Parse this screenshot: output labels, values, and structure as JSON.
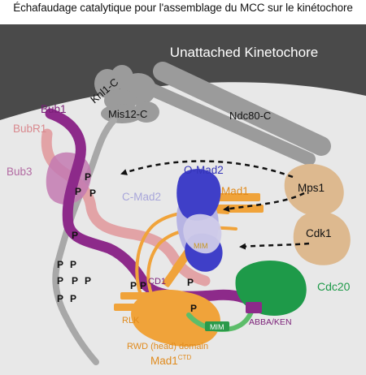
{
  "title": "Échafaudage catalytique pour l'assemblage du MCC sur le kinétochore",
  "banner": "Unattached Kinetochore",
  "labels": {
    "knl1": "Knl1-C",
    "mis12": "Mis12-C",
    "ndc80": "Ndc80-C",
    "bub1": "Bub1",
    "bubr1": "BubR1",
    "bub3": "Bub3",
    "omad2": "O-Mad2",
    "cmad2": "C-Mad2",
    "mad1": "Mad1",
    "mps1": "Mps1",
    "cdk1": "Cdk1",
    "mim_upper": "MIM",
    "cd1": "CD1",
    "rlk": "RLK",
    "cdc20": "Cdc20",
    "mim_lower": "MIM",
    "abba_ken": "ABBA/KEN",
    "rwd": "RWD (head) domain",
    "mad1ctd": "Mad1",
    "mad1ctd_sup": "CTD",
    "phospho": "P"
  },
  "colors": {
    "banner": "#4a4a4a",
    "background": "#e6e6e6",
    "grey_complex": "#9b9b9b",
    "bub1": "#8d2a8a",
    "bubr1": "#e2a3a6",
    "bub3": "#c37ab2",
    "omad2": "#3f3fc8",
    "cmad2": "#b7b4e3",
    "mad1": "#f0a33a",
    "kinase": "#ddb98f",
    "cdc20": "#1e9a49",
    "mim": "#5dbd6a",
    "phospho_tail": "#9a9a9a"
  }
}
